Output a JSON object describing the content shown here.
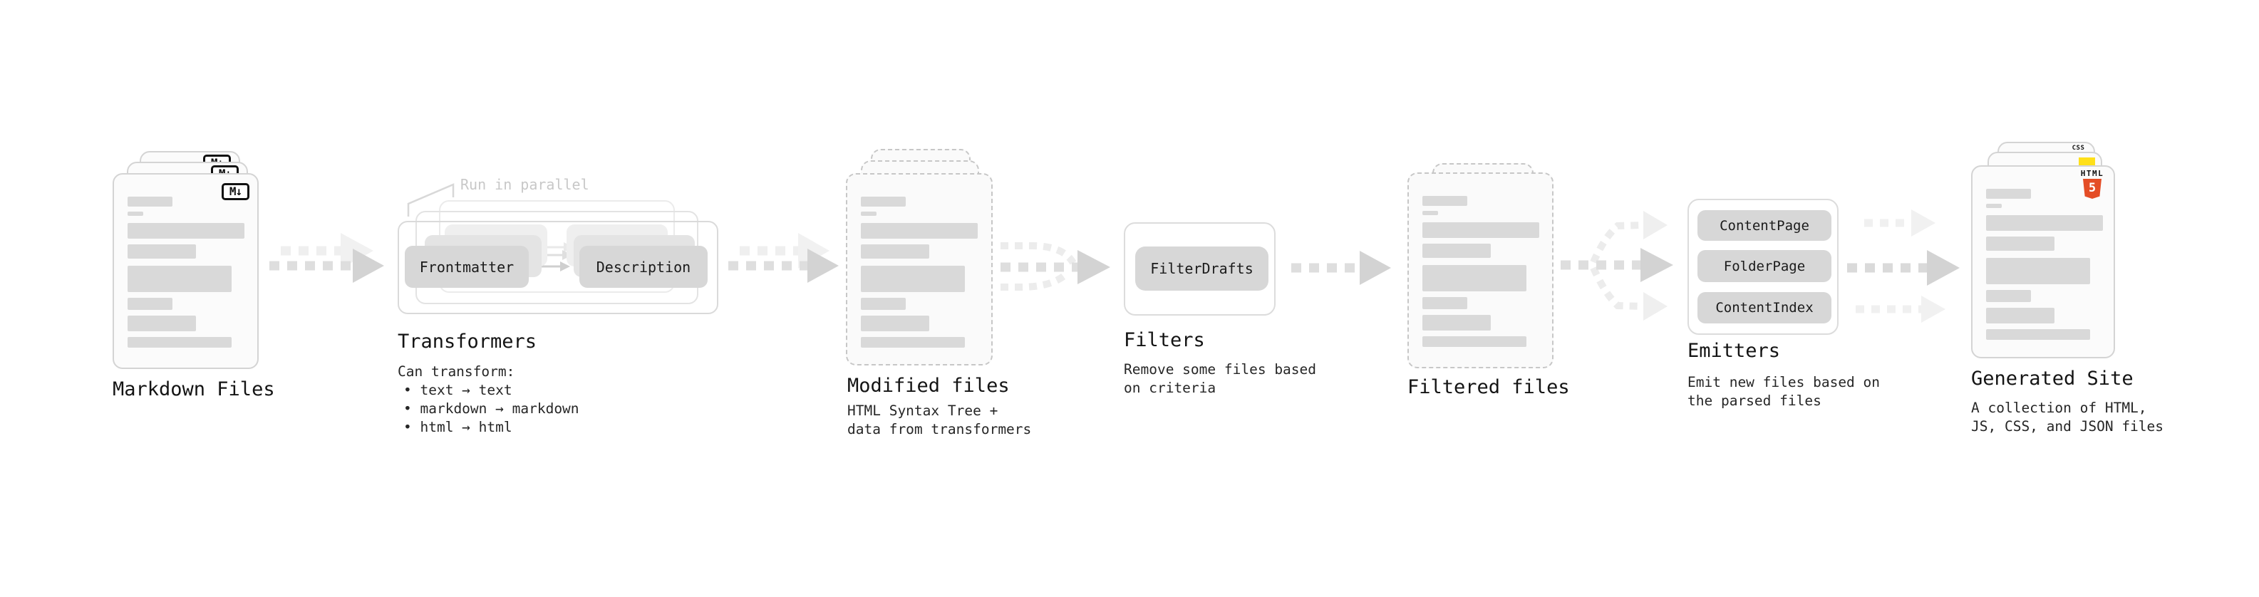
{
  "stages": {
    "markdown_files": {
      "label": "Markdown Files",
      "badge": "M↓"
    },
    "transformers": {
      "label": "Transformers",
      "annotation": "Run in parallel",
      "buttons": [
        "Frontmatter",
        "Description"
      ],
      "caption_heading": "Can transform:",
      "bullets": [
        "• text → text",
        "• markdown → markdown",
        "• html → html"
      ]
    },
    "modified_files": {
      "label": "Modified files",
      "caption": "HTML Syntax Tree +\ndata from transformers"
    },
    "filters": {
      "label": "Filters",
      "buttons": [
        "FilterDrafts"
      ],
      "caption": "Remove some files based\non criteria"
    },
    "filtered_files": {
      "label": "Filtered files"
    },
    "emitters": {
      "label": "Emitters",
      "buttons": [
        "ContentPage",
        "FolderPage",
        "ContentIndex"
      ],
      "caption": "Emit new files based on\nthe parsed files"
    },
    "generated_site": {
      "label": "Generated Site",
      "caption": "A collection of HTML,\nJS, CSS, and JSON files",
      "badges": {
        "html5_text": "HTML",
        "html5_number": "5",
        "css_text": "CSS"
      }
    }
  },
  "colors": {
    "html5_orange": "#e44d26",
    "js_yellow": "#ffe01a",
    "css_blue": "#2965f1",
    "bar_gray": "#d9d9d9",
    "arrow_gray": "#d3d3d3"
  }
}
